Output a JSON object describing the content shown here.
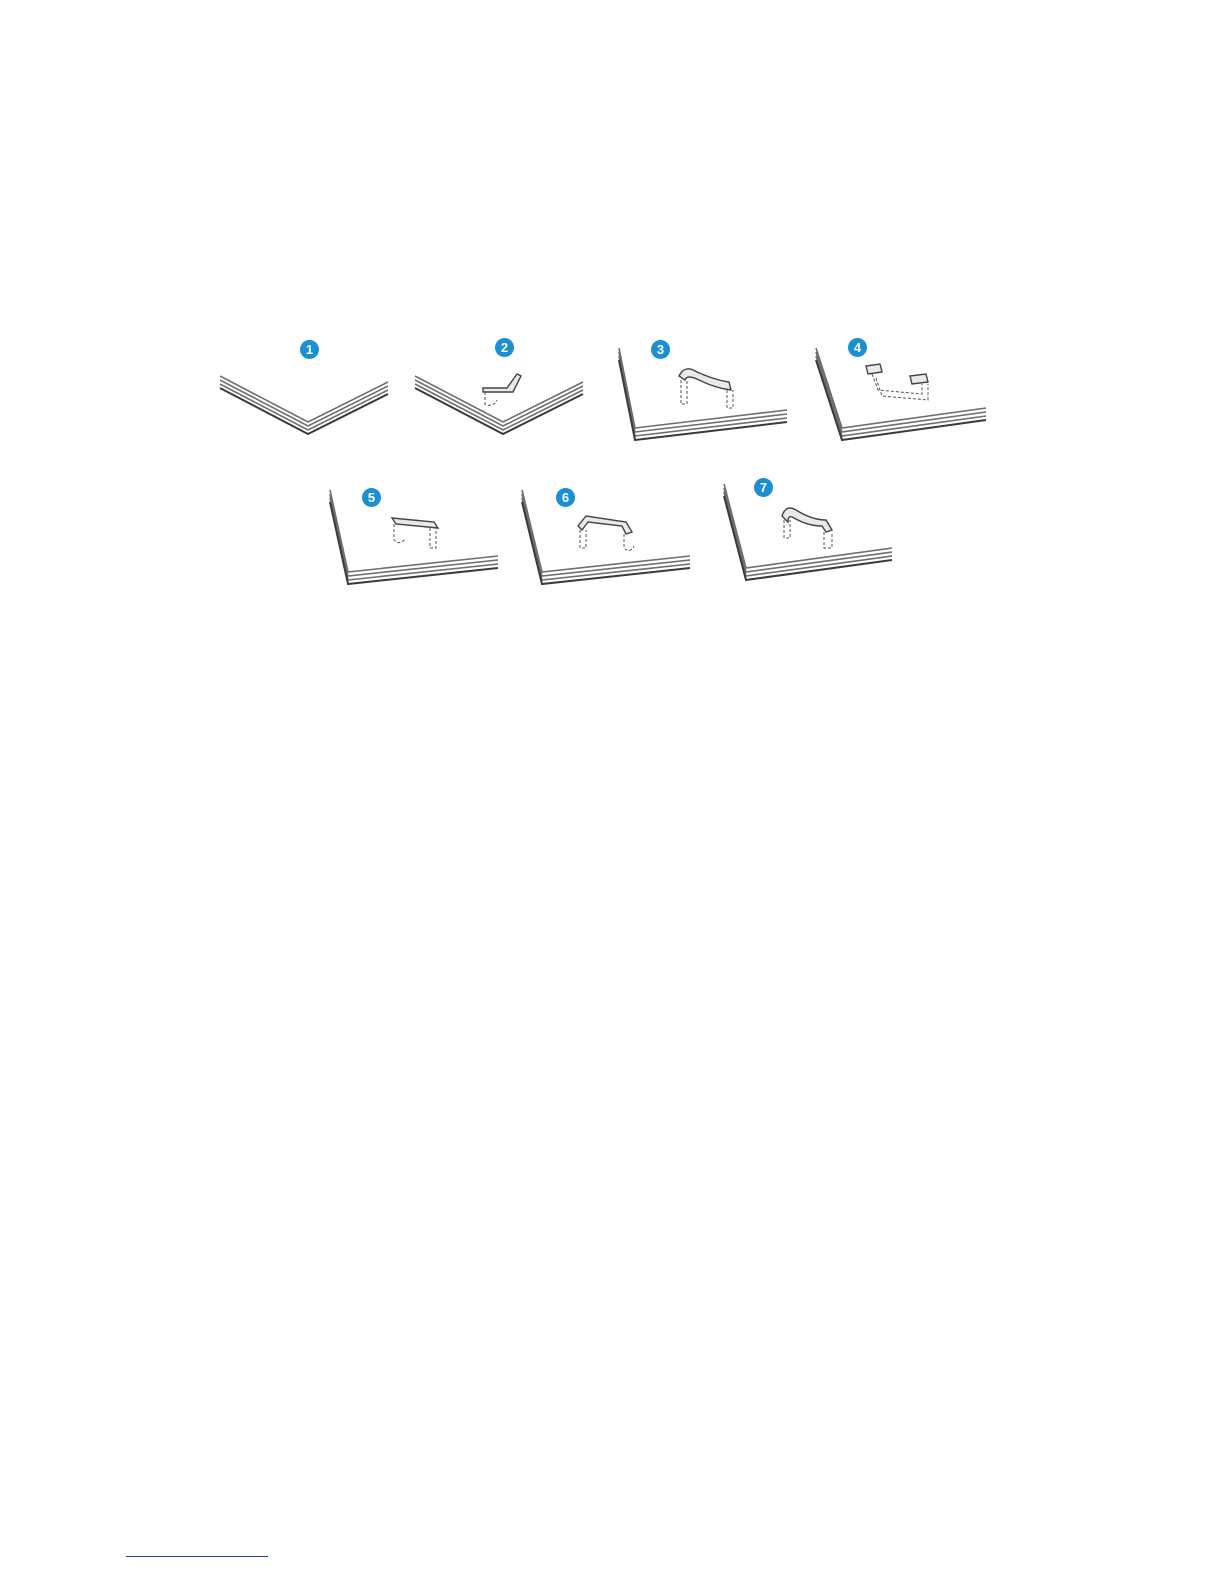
{
  "figure": {
    "badge_color": "#1a8fd1",
    "panels": [
      {
        "number": "1"
      },
      {
        "number": "2"
      },
      {
        "number": "3"
      },
      {
        "number": "4"
      },
      {
        "number": "5"
      },
      {
        "number": "6"
      },
      {
        "number": "7"
      }
    ]
  }
}
